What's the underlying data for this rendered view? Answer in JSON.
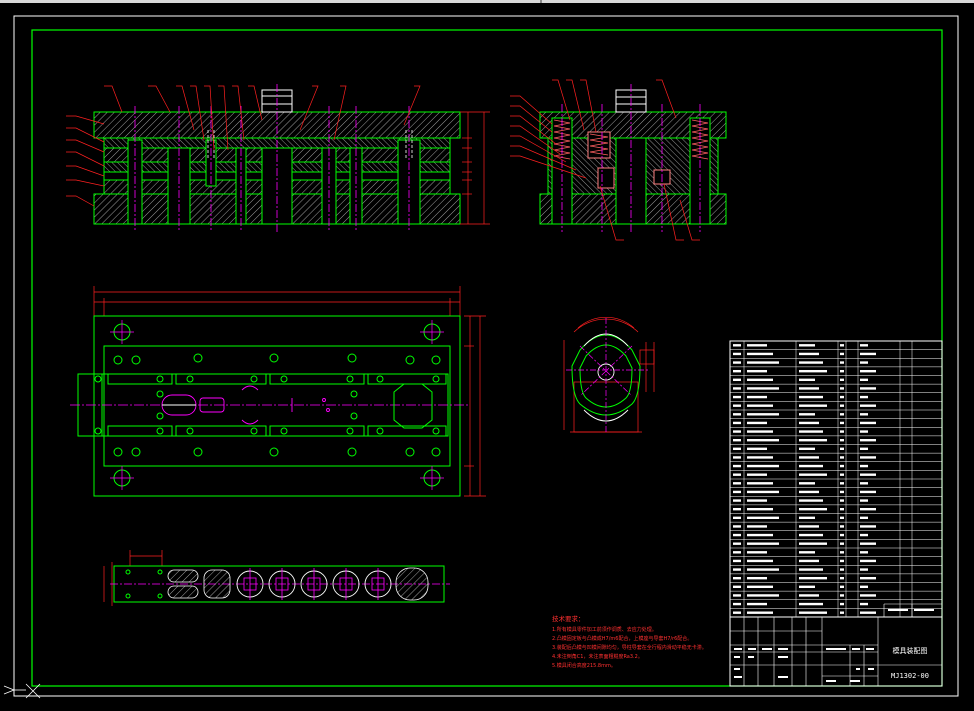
{
  "title_block": {
    "drawing_title": "模具装配图",
    "drawing_number": "MJ1302-00"
  },
  "notes": {
    "heading": "技术要求：",
    "lines": [
      "1.所有模具零件加工前须作调质、去应力处理。",
      "2.凸模固定板与凸模成H7/m6配合，上模座与导套H7/r6配合。",
      "3.装配后凸模与凹模间隙均匀，导柱导套在全行程内滑动平稳无卡滞。",
      "4.未注倒角C1，未注表面粗糙度Ra3.2。",
      "5.模具闭合高度215.8mm。"
    ]
  },
  "colors": {
    "border": "#00ff00",
    "part": "#00ff00",
    "hatch": "#ffffff",
    "center": "#ff00ff",
    "dimension": "#ff2020",
    "leader": "#ff2020",
    "text": "#ffffff"
  },
  "icons": {
    "ucs": "ucs-icon"
  }
}
